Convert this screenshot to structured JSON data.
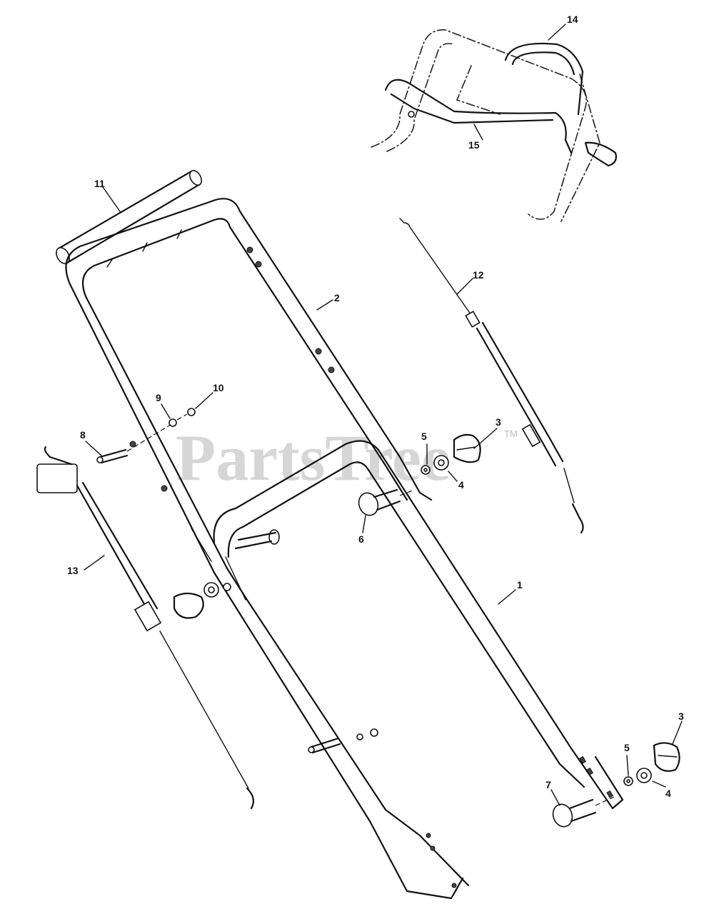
{
  "watermark": {
    "text": "PartsTree",
    "trademark": "TM"
  },
  "callouts": [
    {
      "id": "c-1",
      "label": "1"
    },
    {
      "id": "c-2",
      "label": "2"
    },
    {
      "id": "c-3a",
      "label": "3"
    },
    {
      "id": "c-3b",
      "label": "3"
    },
    {
      "id": "c-4a",
      "label": "4"
    },
    {
      "id": "c-4b",
      "label": "4"
    },
    {
      "id": "c-5a",
      "label": "5"
    },
    {
      "id": "c-5b",
      "label": "5"
    },
    {
      "id": "c-6",
      "label": "6"
    },
    {
      "id": "c-7",
      "label": "7"
    },
    {
      "id": "c-8",
      "label": "8"
    },
    {
      "id": "c-9",
      "label": "9"
    },
    {
      "id": "c-10",
      "label": "10"
    },
    {
      "id": "c-11",
      "label": "11"
    },
    {
      "id": "c-12",
      "label": "12"
    },
    {
      "id": "c-13",
      "label": "13"
    },
    {
      "id": "c-14",
      "label": "14"
    },
    {
      "id": "c-15",
      "label": "15"
    }
  ]
}
